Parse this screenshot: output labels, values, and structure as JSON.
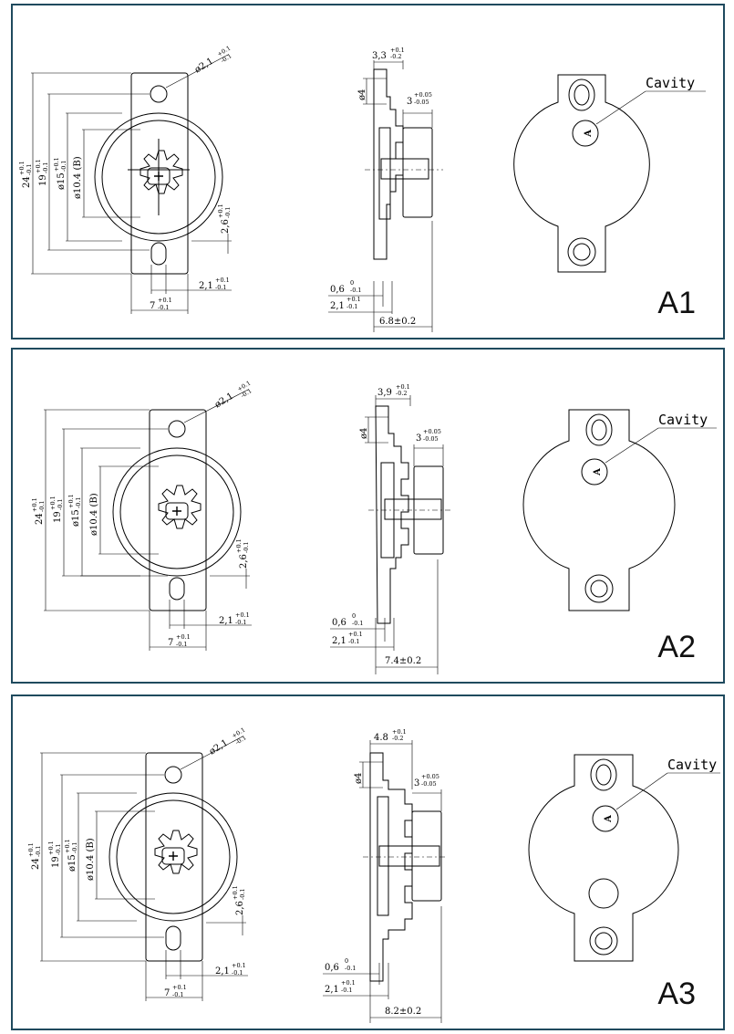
{
  "panels": [
    {
      "id": "A1",
      "label": "A1",
      "dims": {
        "hole": "ø2,1",
        "hole_tol_up": "+0.1",
        "hole_tol_dn": "-0.1",
        "h24": "24",
        "h24_up": "+0.1",
        "h24_dn": "-0.1",
        "h19": "19",
        "h19_up": "+0.1",
        "h19_dn": "-0.1",
        "d15": "ø15",
        "d15_up": "+0.1",
        "d15_dn": "-0.1",
        "d104": "ø10.4 (B)",
        "r26": "2,6",
        "r26_up": "+0.1",
        "r26_dn": "-0.1",
        "b21": "2,1",
        "b21_up": "+0.1",
        "b21_dn": "-0.1",
        "w7": "7",
        "w7_up": "+0.1",
        "w7_dn": "-0.1",
        "top": "3,3",
        "top_up": "+0.1",
        "top_dn": "-0.2",
        "s4": "ø4",
        "s3": "3",
        "s3_up": "+0.05",
        "s3_dn": "-0.05",
        "s06": "0,6",
        "s06_up": "0",
        "s06_dn": "-0.1",
        "s21": "2,1",
        "s21_up": "+0.1",
        "s21_dn": "-0.1",
        "total": "6.8±0.2"
      },
      "cavity_label": "Cavity",
      "cavity_mark": "A"
    },
    {
      "id": "A2",
      "label": "A2",
      "dims": {
        "hole": "ø2,1",
        "hole_tol_up": "+0.1",
        "hole_tol_dn": "-0.1",
        "h24": "24",
        "h24_up": "+0.1",
        "h24_dn": "-0.1",
        "h19": "19",
        "h19_up": "+0.1",
        "h19_dn": "-0.1",
        "d15": "ø15",
        "d15_up": "+0.1",
        "d15_dn": "-0.1",
        "d104": "ø10.4 (B)",
        "r26": "2,6",
        "r26_up": "+0.1",
        "r26_dn": "-0.1",
        "b21": "2,1",
        "b21_up": "+0.1",
        "b21_dn": "-0.1",
        "w7": "7",
        "w7_up": "+0.1",
        "w7_dn": "-0.1",
        "top": "3,9",
        "top_up": "+0.1",
        "top_dn": "-0.2",
        "s4": "ø4",
        "s3": "3",
        "s3_up": "+0.05",
        "s3_dn": "-0.05",
        "s06": "0,6",
        "s06_up": "0",
        "s06_dn": "-0.1",
        "s21": "2,1",
        "s21_up": "+0.1",
        "s21_dn": "-0.1",
        "total": "7.4±0.2"
      },
      "cavity_label": "Cavity",
      "cavity_mark": "A"
    },
    {
      "id": "A3",
      "label": "A3",
      "dims": {
        "hole": "ø2,1",
        "hole_tol_up": "+0.1",
        "hole_tol_dn": "-0.1",
        "h24": "24",
        "h24_up": "+0.1",
        "h24_dn": "-0.1",
        "h19": "19",
        "h19_up": "+0.1",
        "h19_dn": "-0.1",
        "d15": "ø15",
        "d15_up": "+0.1",
        "d15_dn": "-0.1",
        "d104": "ø10.4 (B)",
        "r26": "2,6",
        "r26_up": "+0.1",
        "r26_dn": "-0.1",
        "b21": "2,1",
        "b21_up": "+0.1",
        "b21_dn": "-0.1",
        "w7": "7",
        "w7_up": "+0.1",
        "w7_dn": "-0.1",
        "top": "4.8",
        "top_up": "+0.1",
        "top_dn": "-0.2",
        "s4": "ø4",
        "s3": "3",
        "s3_up": "+0.05",
        "s3_dn": "-0.05",
        "s06": "0,6",
        "s06_up": "0",
        "s06_dn": "-0.1",
        "s21": "2,1",
        "s21_up": "+0.1",
        "s21_dn": "-0.1",
        "total": "8.2±0.2"
      },
      "cavity_label": "Cavity",
      "cavity_mark": "A"
    }
  ]
}
